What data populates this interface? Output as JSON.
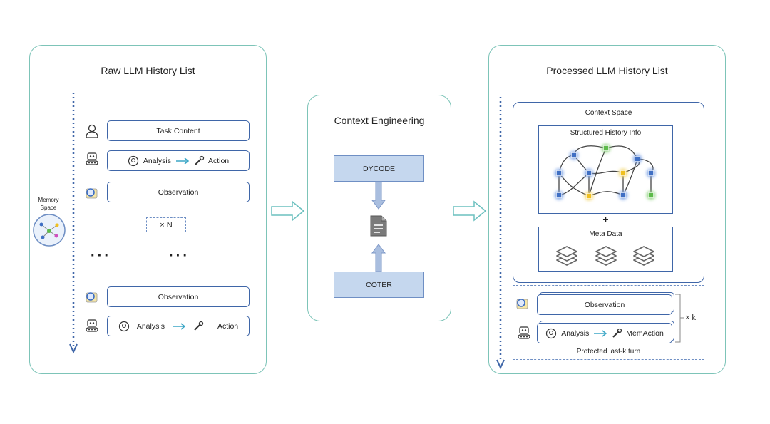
{
  "left": {
    "title": "Raw LLM History List",
    "memory_label_1": "Memory",
    "memory_label_2": "Space",
    "task": "Task Content",
    "analysis": "Analysis",
    "action": "Action",
    "observation": "Observation",
    "repeat": "× N",
    "ellipsis": "···"
  },
  "middle": {
    "title": "Context Engineering",
    "top": "DYCODE",
    "bottom": "COTER"
  },
  "right": {
    "title": "Processed LLM History List",
    "context_space": "Context Space",
    "structured": "Structured History Info",
    "plus": "+",
    "meta": "Meta Data",
    "observation": "Observation",
    "analysis": "Analysis",
    "memaction": "MemAction",
    "repeat": "× k",
    "protected": "Protected last-k turn"
  },
  "colors": {
    "panel_border": "#7dc4b8",
    "box_border": "#3f66a8",
    "node_blue": "#3f6fc4",
    "node_yellow": "#f0c020",
    "node_green": "#5dbb4a"
  }
}
